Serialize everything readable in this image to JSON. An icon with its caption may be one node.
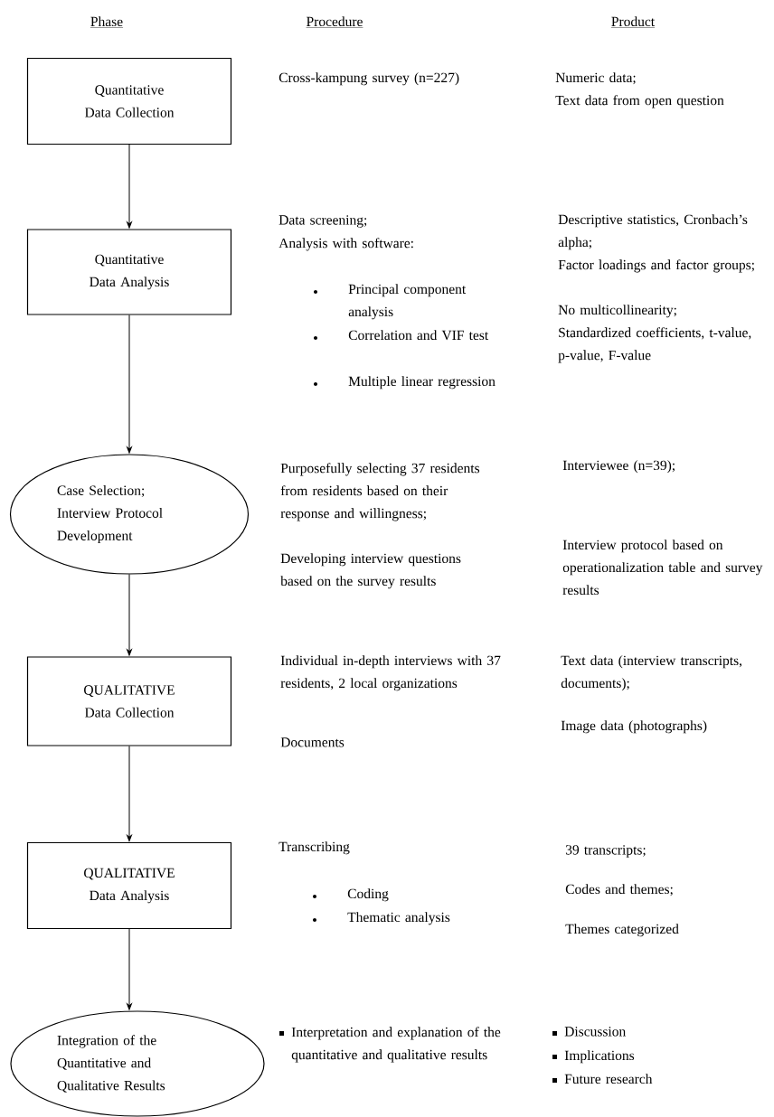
{
  "diagram": {
    "nodes": [
      {
        "text": [
          "Quantitative Data Collection"
        ]
      },
      {
        "text": [
          "Quantitative Data Analysis"
        ]
      },
      {
        "text": [
          "Case Selection; Interview Protocol Development"
        ]
      },
      {
        "text": [
          "QUALITATIVE Data Collection"
        ]
      },
      {
        "text": [
          "QUALITATIVE Data Analysis"
        ]
      },
      {
        "text": [
          "Integration of the Quantitative and Qualitative Results"
        ]
      }
    ],
    "edges": [
      {
        "from": 0,
        "to": 1,
        "arrow": "to"
      },
      {
        "from": 1,
        "to": 2,
        "arrow": "to"
      },
      {
        "from": 2,
        "to": 3,
        "arrow": "to"
      },
      {
        "from": 3,
        "to": 4,
        "arrow": "to"
      },
      {
        "from": 4,
        "to": 5,
        "arrow": "to"
      }
    ],
    "labels": [
      "Phase",
      "Procedure",
      "Product",
      "Cross-kampung survey (n=227)",
      "Numeric data;",
      "Text data from open question",
      "Data screening;",
      "Analysis with software:",
      "Principal component analysis",
      "Correlation and VIF test",
      "Multiple linear regression",
      "Descriptive statistics, Cronbach’s alpha;",
      "Factor loadings and factor groups;",
      "No multicollinearity;",
      "Standardized coefficients, t-value, p-value, F-value",
      "Purposefully selecting 37 residents from residents based on their response and willingness;",
      "Developing interview questions based on the survey results",
      "Interviewee (n=39);",
      "Interview protocol based on operationalization table and survey results",
      "Individual in-depth interviews with 37 residents, 2 local organizations",
      "Documents",
      "Text data (interview transcripts, documents);",
      "Image data (photographs)",
      "Transcribing",
      "Coding",
      "Thematic analysis",
      "39 transcripts;",
      "Codes and themes;",
      "Themes categorized",
      "Interpretation and explanation of the quantitative and qualitative results",
      "Discussion",
      "Implications",
      "Future research"
    ]
  }
}
